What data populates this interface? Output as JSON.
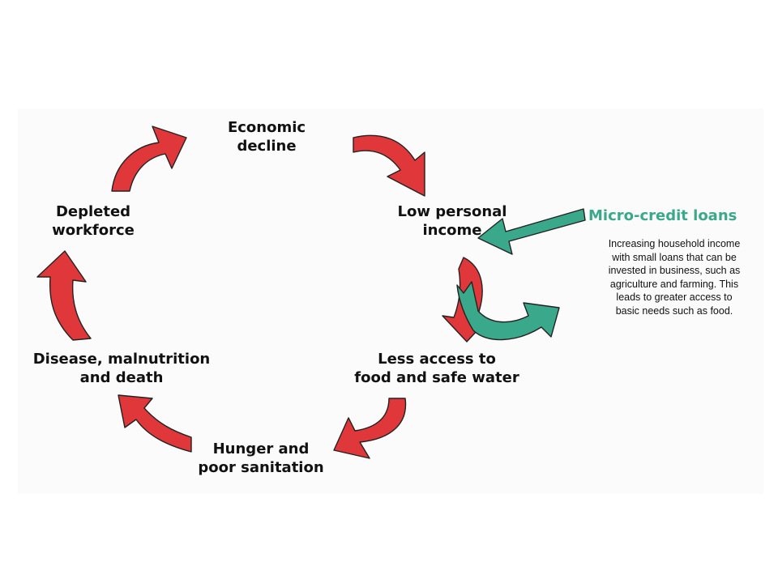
{
  "cycle": {
    "economic_decline": [
      "Economic",
      "decline"
    ],
    "low_personal_income": [
      "Low personal",
      "income"
    ],
    "less_access": [
      "Less access to",
      "food and safe water"
    ],
    "hunger": [
      "Hunger and",
      "poor sanitation"
    ],
    "disease": [
      "Disease, malnutrition",
      "and death"
    ],
    "depleted_workforce": [
      "Depleted",
      "workforce"
    ]
  },
  "callout": {
    "title": "Micro-credit loans",
    "body_lines": [
      "Increasing household income",
      "with small loans that can be",
      "invested in business, such as",
      "agriculture and farming. This",
      "leads to greater access to",
      "basic needs such as food."
    ]
  },
  "colors": {
    "cycle_arrow": "#e0373a",
    "cycle_arrow_outline": "#222222",
    "intervention_arrow": "#3aa88a",
    "title_text": "#3aa88a"
  }
}
